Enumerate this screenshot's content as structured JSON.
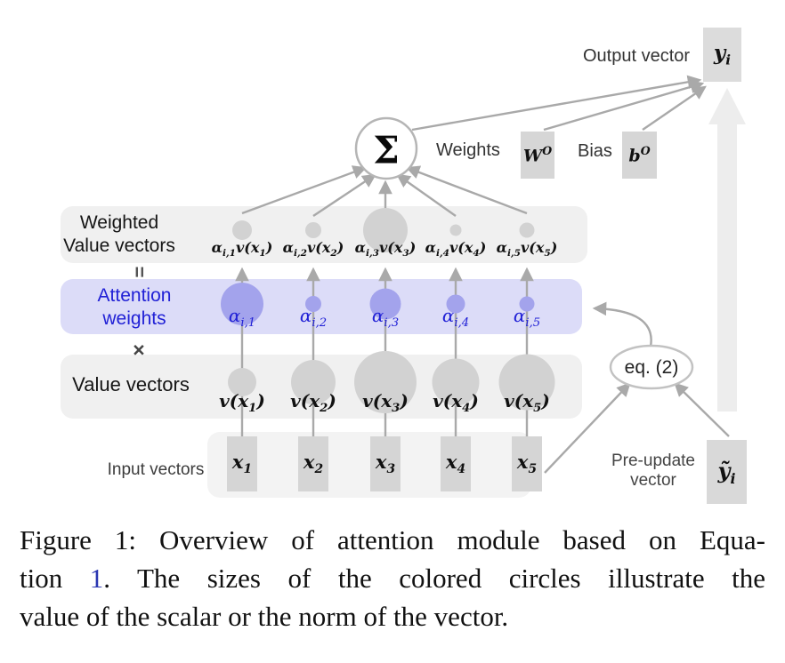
{
  "figure": {
    "output_vector_label": "Output vector",
    "output_box_label": "y_{i}",
    "sum_symbol": "Σ",
    "weights_label": "Weights",
    "weights_box_label": "W^{O}",
    "bias_label": "Bias",
    "bias_box_label": "b^{O}",
    "weighted_row_label_line1": "Weighted",
    "weighted_row_label_line2": "Value vectors",
    "equals_symbol": "=",
    "attention_row_label_line1": "Attention",
    "attention_row_label_line2": "weights",
    "multiply_symbol": "×",
    "value_row_label": "Value vectors",
    "input_row_label": "Input vectors",
    "eq_node_label": "eq. (2)",
    "pre_update_label_line1": "Pre-update",
    "pre_update_label_line2": "vector",
    "pre_update_box_label": "ỹ_{i}",
    "columns": [
      {
        "weighted_label": "α_{i,1}v(x_{1})",
        "weighted_size": 22,
        "attention_label": "α_{i,1}",
        "attention_size": 48,
        "value_label": "v(x_{1})",
        "value_size": 32,
        "input_label": "x_{1}"
      },
      {
        "weighted_label": "α_{i,2}v(x_{2})",
        "weighted_size": 18,
        "attention_label": "α_{i,2}",
        "attention_size": 18,
        "value_label": "v(x_{2})",
        "value_size": 50,
        "input_label": "x_{2}"
      },
      {
        "weighted_label": "α_{i,3}v(x_{3})",
        "weighted_size": 50,
        "attention_label": "α_{i,3}",
        "attention_size": 35,
        "value_label": "v(x_{3})",
        "value_size": 70,
        "input_label": "x_{3}"
      },
      {
        "weighted_label": "α_{i,4}v(x_{4})",
        "weighted_size": 13,
        "attention_label": "α_{i,4}",
        "attention_size": 21,
        "value_label": "v(x_{4})",
        "value_size": 53,
        "input_label": "x_{4}"
      },
      {
        "weighted_label": "α_{i,5}v(x_{5})",
        "weighted_size": 17,
        "attention_label": "α_{i,5}",
        "attention_size": 17,
        "value_label": "v(x_{5})",
        "value_size": 63,
        "input_label": "x_{5}"
      }
    ],
    "colors": {
      "row_gray": "#f0f0f0",
      "row_lavender": "#dcdcf8",
      "circle_gray": "#d2d2d2",
      "circle_blue": "#a3a3ec",
      "box_gray": "#d6d6d6",
      "wire_gray": "#a9a9a9",
      "big_arrow_gray": "#ededed",
      "attention_text_blue": "#2121d6"
    }
  },
  "caption": {
    "line1": "Figure 1: Overview of attention module based on Equa-",
    "line2_before_link": "tion ",
    "line2_link": "1",
    "line2_after_link": ".  The sizes of the colored circles illustrate the",
    "line3": "value of the scalar or the norm of the vector."
  }
}
